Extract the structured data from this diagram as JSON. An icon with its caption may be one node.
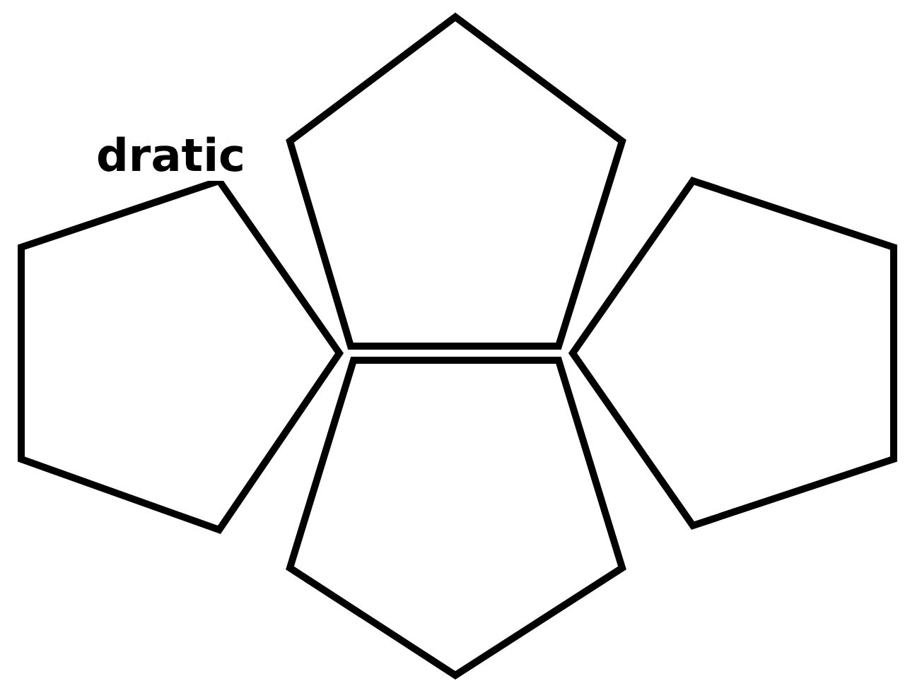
{
  "diagram": {
    "nodes": [
      {
        "text": [],
        "shape": "pentagon"
      },
      {
        "text": [],
        "shape": "pentagon"
      },
      {
        "text": [],
        "shape": "pentagon"
      },
      {
        "text": [],
        "shape": "pentagon"
      }
    ],
    "labels": [
      "dratic"
    ]
  }
}
